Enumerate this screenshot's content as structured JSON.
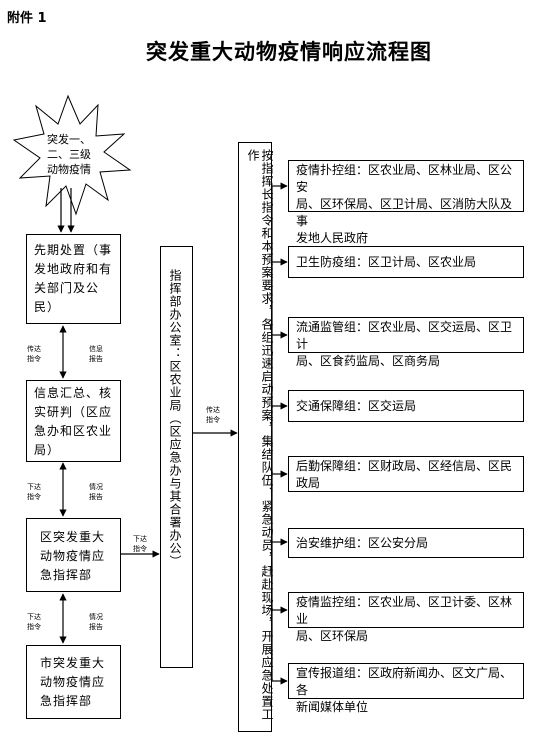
{
  "attachment_label": "附件 1",
  "title": "突发重大动物疫情响应流程图",
  "star": {
    "line1": "突发一、",
    "line2": "二、三级",
    "line3": "动物疫情"
  },
  "left_boxes": [
    {
      "line1": "先期处置（事",
      "line2": "发地政府和有",
      "line3": "关部门及公",
      "line4": "民）"
    },
    {
      "line1": "信息汇总、核",
      "line2": "实研判（区应",
      "line3": "急办和区农业",
      "line4": "局）"
    },
    {
      "line1": "区突发重大",
      "line2": "动物疫情应",
      "line3": "急指挥部"
    },
    {
      "line1": "市突发重大",
      "line2": "动物疫情应",
      "line3": "急指挥部"
    }
  ],
  "arrow_labels": {
    "pass_cmd_1": {
      "a": "传达",
      "b": "指令"
    },
    "info_report_1": {
      "a": "信息",
      "b": "报告"
    },
    "issue_cmd_1": {
      "a": "下达",
      "b": "指令"
    },
    "situation_report_1": {
      "a": "情况",
      "b": "报告"
    },
    "issue_cmd_2": {
      "a": "下达",
      "b": "指令"
    },
    "issue_cmd_3": {
      "a": "下达",
      "b": "指令"
    },
    "situation_report_2": {
      "a": "情况",
      "b": "报告"
    },
    "pass_cmd_2": {
      "a": "传达",
      "b": "指令"
    }
  },
  "command_office": "指挥部办公室：区农业局（区应急办与其合署办公）",
  "command_directive": "按指挥长指令和本预案要求，各组迅速启动预案，集结队伍、紧急动员，赶赴现场，开展应急处置工作",
  "groups": [
    {
      "line1": "疫情扑控组：区农业局、区林业局、区公安",
      "line2": "局、区环保局、区卫计局、区消防大队及事",
      "line3": "发地人民政府"
    },
    {
      "line1": "卫生防疫组：区卫计局、区农业局"
    },
    {
      "line1": "流通监管组：区农业局、区交运局、区卫计",
      "line2": "局、区食药监局、区商务局"
    },
    {
      "line1": "交通保障组：区交运局"
    },
    {
      "line1": "后勤保障组：区财政局、区经信局、区民",
      "line2": "政局"
    },
    {
      "line1": "治安维护组：区公安分局"
    },
    {
      "line1": "疫情监控组：区农业局、区卫计委、区林业",
      "line2": "局、区环保局"
    },
    {
      "line1": "宣传报道组：区政府新闻办、区文广局、各",
      "line2": "新闻媒体单位"
    }
  ]
}
